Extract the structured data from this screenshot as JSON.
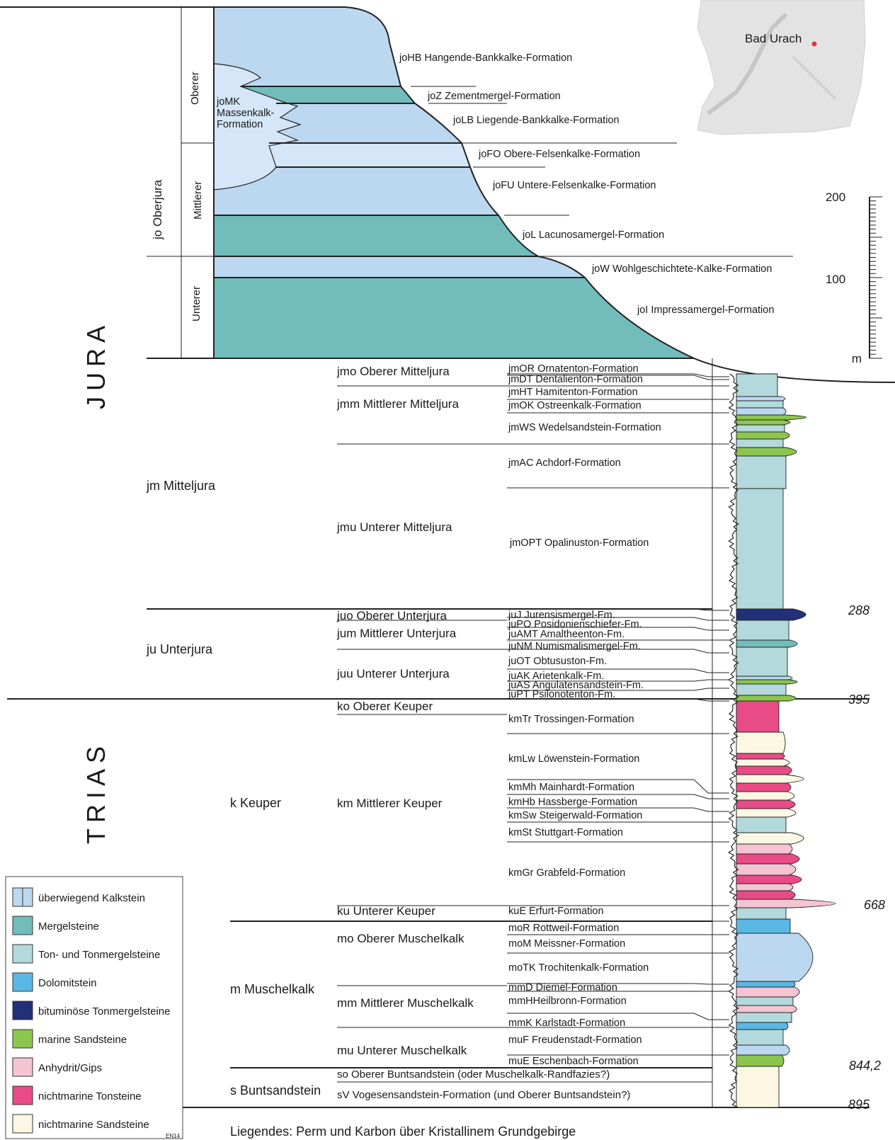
{
  "colors": {
    "kalkstein": "#bcd8f0",
    "kalkstein_light": "#d4e6f7",
    "mergel": "#72bcbc",
    "ton": "#b3d9dc",
    "dolomit": "#5ab8e4",
    "bitumen": "#22307a",
    "marine_sand": "#8cc64e",
    "anhydrit": "#f5c4d2",
    "nm_ton": "#e94b86",
    "nm_sand": "#fbf7e3"
  },
  "map": {
    "label": "Bad Urach"
  },
  "eras": {
    "jura": "JURA",
    "trias": "TRIAS"
  },
  "upper_jura": {
    "series": "jo Oberjura",
    "subs": [
      "Oberer",
      "Mittlerer",
      "Unterer"
    ],
    "massenkalk": [
      "joMK",
      "Massenkalk-",
      "Formation"
    ],
    "formations": [
      "joHB Hangende-Bankkalke-Formation",
      "joZ Zementmergel-Formation",
      "joLB Liegende-Bankkalke-Formation",
      "joFO Obere-Felsenkalke-Formation",
      "joFU Untere-Felsenkalke-Formation",
      "joL Lacunosamergel-Formation",
      "joW Wohlgeschichtete-Kalke-Formation",
      "joI Impressamergel-Formation"
    ]
  },
  "scale": {
    "labels": [
      "200",
      "100",
      "m"
    ]
  },
  "depths": [
    "288",
    "395",
    "668",
    "844,2",
    "895"
  ],
  "groups": {
    "jm": "jm Mitteljura",
    "ju": "ju Unterjura",
    "k": "k Keuper",
    "m": "m Muschelkalk",
    "s": "s Buntsandstein"
  },
  "subgroups": {
    "jmo": "jmo Oberer Mitteljura",
    "jmm": "jmm Mittlerer Mitteljura",
    "jmu": "jmu Unterer Mitteljura",
    "juo": "juo Oberer Unterjura",
    "jum": "jum Mittlerer Unterjura",
    "juu": "juu Unterer Unterjura",
    "ko": "ko Oberer Keuper",
    "km": "km Mittlerer Keuper",
    "ku": "ku Unterer Keuper",
    "mo": "mo Oberer Muschelkalk",
    "mm": "mm Mittlerer Muschelkalk",
    "mu": "mu Unterer Muschelkalk",
    "so": "so Oberer Buntsandstein (oder Muschelkalk-Randfazies?)",
    "sV": "sV Vogesensandstein-Formation (und Oberer Buntsandstein?)"
  },
  "formations": [
    "jmOR Ornatenton-Formation",
    "jmDT Dentalienton-Formation",
    "jmHT Hamitenton-Formation",
    "jmOK Ostreenkalk-Formation",
    "jmWS Wedelsandstein-Formation",
    "jmAC Achdorf-Formation",
    "jmOPT Opalinuston-Formation",
    "juJ Jurensismergel-Fm.",
    "juPO Posidonienschiefer-Fm.",
    "juAMT Amaltheenton-Fm.",
    "juNM Numismalismergel-Fm.",
    "juOT Obtususton-Fm.",
    "juAK Arietenkalk-Fm.",
    "juAS Angulatensandstein-Fm.",
    "juPT Psilonotenton-Fm.",
    "kmTr Trossingen-Formation",
    "kmLw Löwenstein-Formation",
    "kmMh Mainhardt-Formation",
    "kmHb Hassberge-Formation",
    "kmSw Steigerwald-Formation",
    "kmSt Stuttgart-Formation",
    "kmGr Grabfeld-Formation",
    "kuE Erfurt-Formation",
    "moR Rottweil-Formation",
    "moM Meissner-Formation",
    "moTK Trochitenkalk-Formation",
    "mmD Diemel-Formation",
    "mmHHeilbronn-Formation",
    "mmK Karlstadt-Formation",
    "muF Freudenstadt-Formation",
    "muE Eschenbach-Formation"
  ],
  "legend": {
    "items": [
      "überwiegend Kalkstein",
      "Mergelsteine",
      "Ton- und Tonmergelsteine",
      "Dolomitstein",
      "bituminöse Tonmergelsteine",
      "marine Sandsteine",
      "Anhydrit/Gips",
      "nichtmarine Tonsteine",
      "nichtmarine Sandsteine"
    ],
    "code": "EN14"
  },
  "footer": "Liegendes: Perm und Karbon über Kristallinem Grundgebirge"
}
